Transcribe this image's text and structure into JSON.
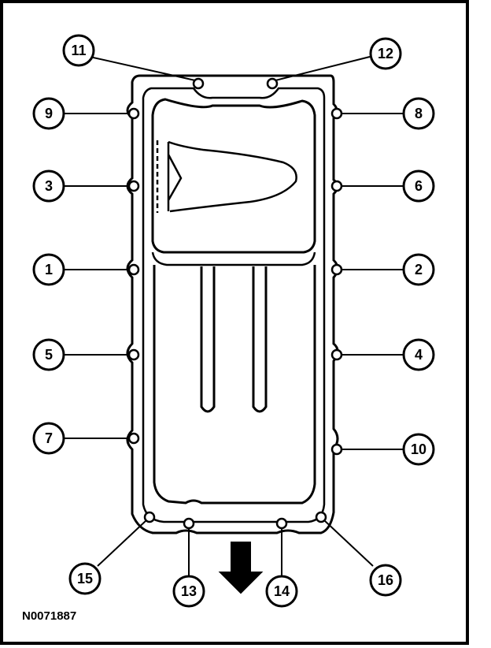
{
  "figure_id": "N0071887",
  "colors": {
    "line": "#000000",
    "background": "#ffffff"
  },
  "arrow": {
    "icon": "arrow-down-icon"
  },
  "callouts": [
    {
      "id": "11",
      "label": "11"
    },
    {
      "id": "12",
      "label": "12"
    },
    {
      "id": "9",
      "label": "9"
    },
    {
      "id": "8",
      "label": "8"
    },
    {
      "id": "3",
      "label": "3"
    },
    {
      "id": "6",
      "label": "6"
    },
    {
      "id": "1",
      "label": "1"
    },
    {
      "id": "2",
      "label": "2"
    },
    {
      "id": "5",
      "label": "5"
    },
    {
      "id": "4",
      "label": "4"
    },
    {
      "id": "7",
      "label": "7"
    },
    {
      "id": "10",
      "label": "10"
    },
    {
      "id": "15",
      "label": "15"
    },
    {
      "id": "13",
      "label": "13"
    },
    {
      "id": "14",
      "label": "14"
    },
    {
      "id": "16",
      "label": "16"
    }
  ]
}
